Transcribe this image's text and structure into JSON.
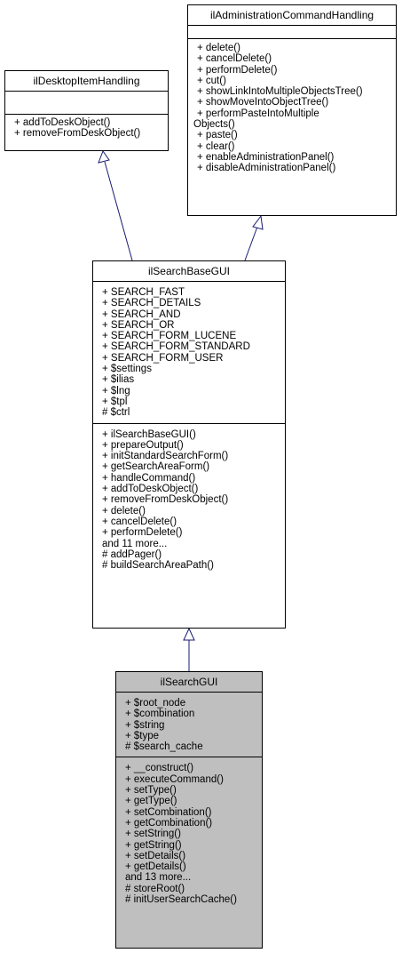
{
  "classes": {
    "admin": {
      "name": "ilAdministrationCommandHandling",
      "attributes": [],
      "methods": [
        "+ delete()",
        "+ cancelDelete()",
        "+ performDelete()",
        "+ cut()",
        "+ showLinkIntoMultipleObjectsTree()",
        "+ showMoveIntoObjectTree()",
        "+ performPasteIntoMultiple",
        "Objects()",
        "+ paste()",
        "+ clear()",
        "+ enableAdministrationPanel()",
        "+ disableAdministrationPanel()"
      ]
    },
    "desktop": {
      "name": "ilDesktopItemHandling",
      "attributes": [],
      "methods": [
        "+ addToDeskObject()",
        "+ removeFromDeskObject()"
      ]
    },
    "base": {
      "name": "ilSearchBaseGUI",
      "attributes": [
        "+ SEARCH_FAST",
        "+ SEARCH_DETAILS",
        "+ SEARCH_AND",
        "+ SEARCH_OR",
        "+ SEARCH_FORM_LUCENE",
        "+ SEARCH_FORM_STANDARD",
        "+ SEARCH_FORM_USER",
        "+ $settings",
        "+ $ilias",
        "+ $lng",
        "+ $tpl",
        "# $ctrl"
      ],
      "methods": [
        "+ ilSearchBaseGUI()",
        "+ prepareOutput()",
        "+ initStandardSearchForm()",
        "+ getSearchAreaForm()",
        "+ handleCommand()",
        "+ addToDeskObject()",
        "+ removeFromDeskObject()",
        "+ delete()",
        "+ cancelDelete()",
        "+ performDelete()",
        "and 11 more...",
        "# addPager()",
        "# buildSearchAreaPath()"
      ]
    },
    "search": {
      "name": "ilSearchGUI",
      "attributes": [
        "+ $root_node",
        "+ $combination",
        "+ $string",
        "+ $type",
        "# $search_cache"
      ],
      "methods": [
        "+ __construct()",
        "+ executeCommand()",
        "+ setType()",
        "+ getType()",
        "+ setCombination()",
        "+ getCombination()",
        "+ setString()",
        "+ getString()",
        "+ setDetails()",
        "+ getDetails()",
        "and 13 more...",
        "# storeRoot()",
        "# initUserSearchCache()"
      ]
    }
  },
  "colors": {
    "edge": "#191970",
    "highlight": "#bfbfbf"
  }
}
